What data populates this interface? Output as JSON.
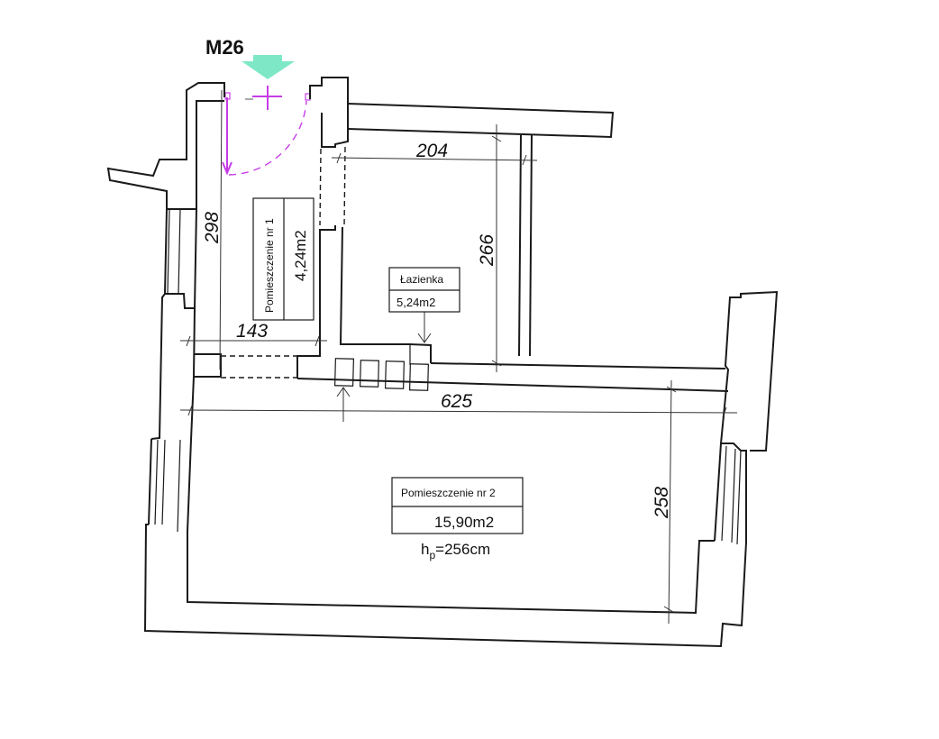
{
  "plan": {
    "unit_id": "M26",
    "entrance_color": "#7ee8c6",
    "door_color": "#c63ce6"
  },
  "rooms": {
    "room1": {
      "name": "Pomieszczenie nr 1",
      "area": "4,24m2"
    },
    "bathroom": {
      "name": "Łazienka",
      "area": "5,24m2"
    },
    "room2": {
      "name": "Pomieszczenie nr 2",
      "area": "15,90m2"
    }
  },
  "height_label": {
    "h": "h",
    "sub": "p",
    "value": "=256cm"
  },
  "dimensions": {
    "d204": "204",
    "d266": "266",
    "d298": "298",
    "d143": "143",
    "d625": "625",
    "d258": "258"
  }
}
